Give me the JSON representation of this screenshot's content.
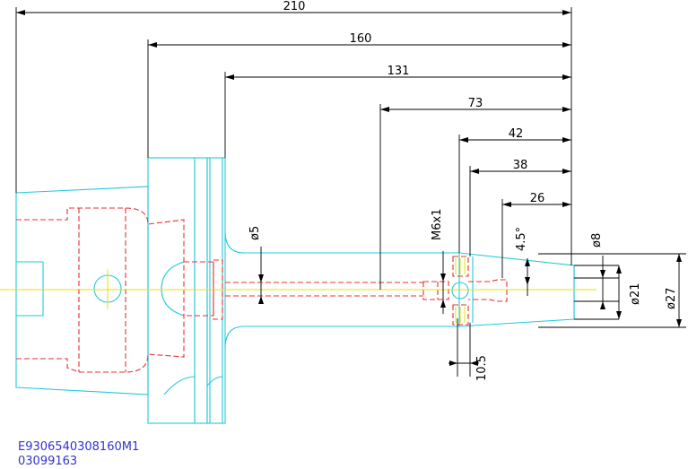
{
  "dimensions": {
    "length_210": "210",
    "length_160": "160",
    "length_131": "131",
    "length_73": "73",
    "length_42": "42",
    "length_38": "38",
    "length_26": "26",
    "dia_5": "ø5",
    "thread": "M6x1",
    "angle": "4.5°",
    "dia_8": "ø8",
    "dia_21": "ø21",
    "dia_27": "ø27",
    "length_10_5": "10.5"
  },
  "part_code": "E9306540308160M1",
  "order_code": "03099163",
  "colors": {
    "outline": "#22c8dc",
    "hidden": "#e83030",
    "centerline": "#e8e000",
    "dimension": "#000000",
    "code_text": "#3333cc"
  }
}
